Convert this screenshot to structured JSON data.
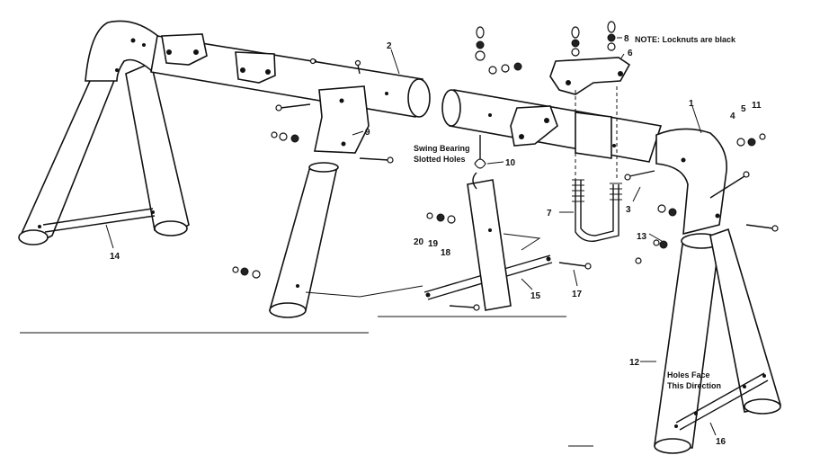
{
  "callouts": [
    {
      "id": "1",
      "text": "1"
    },
    {
      "id": "2",
      "text": "2"
    },
    {
      "id": "3",
      "text": "3"
    },
    {
      "id": "4",
      "text": "4"
    },
    {
      "id": "5",
      "text": "5"
    },
    {
      "id": "6",
      "text": "6"
    },
    {
      "id": "7",
      "text": "7"
    },
    {
      "id": "8",
      "text": "8"
    },
    {
      "id": "9",
      "text": "9"
    },
    {
      "id": "10",
      "text": "10"
    },
    {
      "id": "11",
      "text": "11"
    },
    {
      "id": "12",
      "text": "12"
    },
    {
      "id": "13",
      "text": "13"
    },
    {
      "id": "14",
      "text": "14"
    },
    {
      "id": "15",
      "text": "15"
    },
    {
      "id": "16",
      "text": "16"
    },
    {
      "id": "17",
      "text": "17"
    },
    {
      "id": "18",
      "text": "18"
    },
    {
      "id": "19",
      "text": "19"
    },
    {
      "id": "20",
      "text": "20"
    }
  ],
  "notes": {
    "locknuts": "NOTE: Locknuts are black",
    "swing_bearing_line1": "Swing Bearing",
    "swing_bearing_line2": "Slotted Holes",
    "holes_face_line1": "Holes Face",
    "holes_face_line2": "This Direction"
  }
}
